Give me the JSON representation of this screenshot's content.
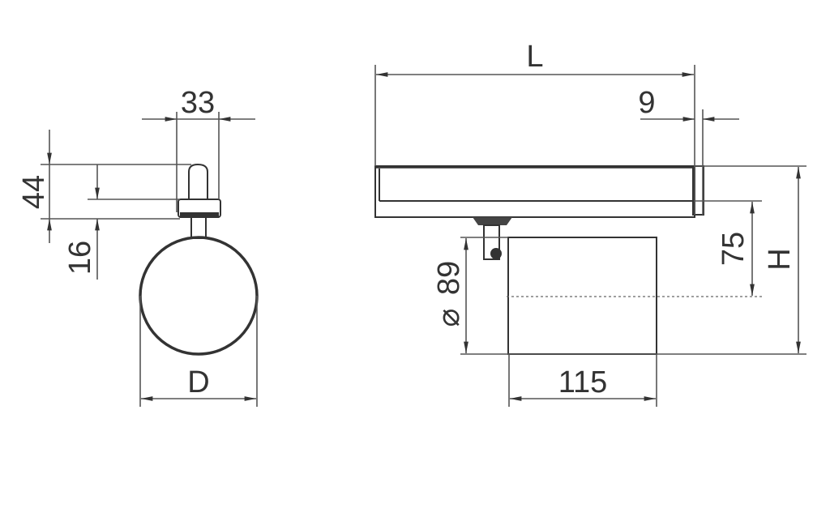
{
  "side_view": {
    "width_label": "33",
    "height_label": "44",
    "adapter_label": "16",
    "diameter_label": "D"
  },
  "front_view": {
    "length_label": "L",
    "offset_label": "9",
    "head_offset_label": "75",
    "total_height_label": "H",
    "head_diameter_symbol": "⌀",
    "head_diameter_label": "89",
    "head_length_label": "115"
  },
  "colors": {
    "line": "#333333",
    "background": "#ffffff"
  }
}
